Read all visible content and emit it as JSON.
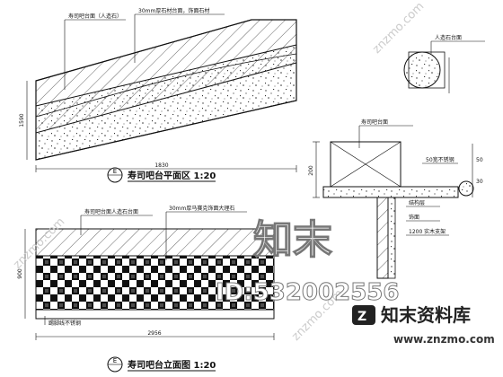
{
  "drawing": {
    "plan_title": "寿司吧台平面区 1:20",
    "plan_dim_bottom": "1830",
    "plan_dim_left": "1590",
    "plan_top_labels": [
      "寿司吧台面（人造石）",
      "30mm厚石材台面，饰面石材"
    ],
    "elevation_title": "寿司吧台立面图 1:20",
    "elevation_top_labels": [
      "寿司吧台面人造石台面",
      "30mm厚马赛克饰面大理石"
    ],
    "elevation_bottom_label": "踢脚线不锈钢",
    "elevation_dim_bottom": "2956",
    "elevation_dim_left": "900",
    "section_top_label": "人造石台面",
    "section_labels": [
      "寿司吧台面",
      "50宽不锈钢",
      "结构层",
      "饰面",
      "1200 实木支架"
    ],
    "section_dims": [
      "200",
      "50",
      "30"
    ],
    "marker_plan": "E",
    "marker_elev": "E"
  },
  "watermark": {
    "logo_text": "知末",
    "id_text": "ID:532002556",
    "brand": "知末资料库",
    "url": "www.znzmo.com",
    "diagonal": "znzmo.com"
  }
}
